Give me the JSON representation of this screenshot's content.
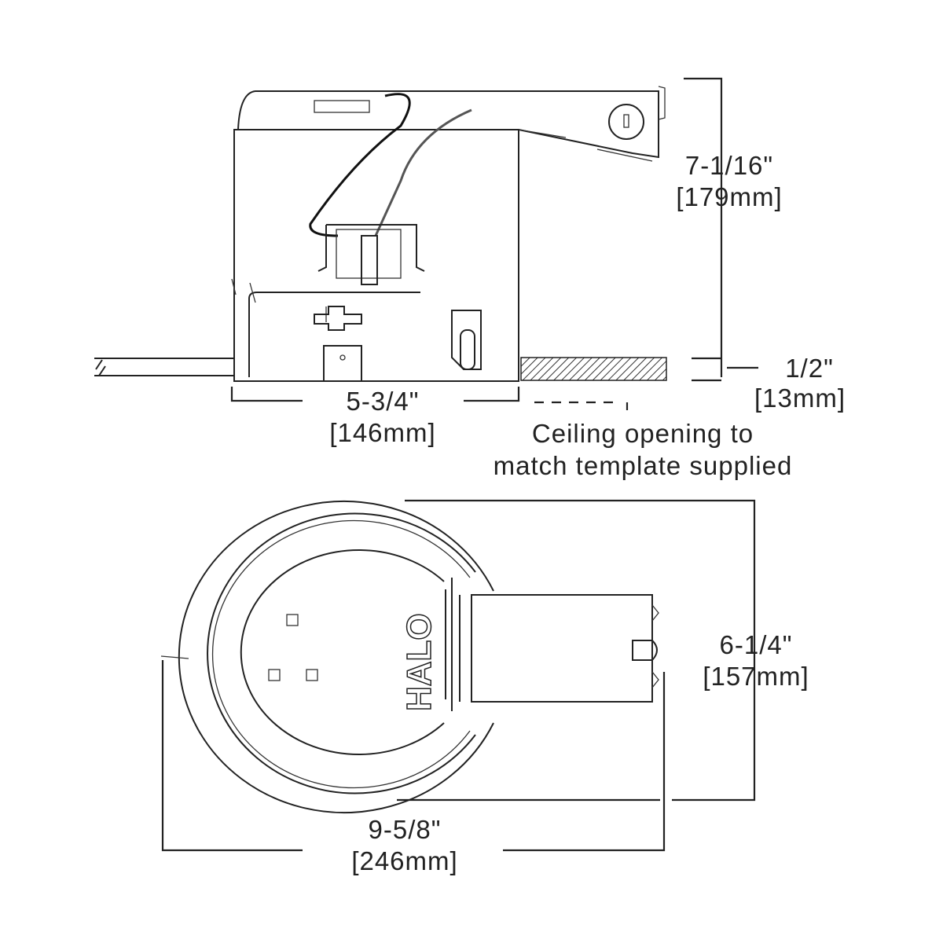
{
  "side_view": {
    "height_dim": {
      "imperial": "7-1/16\"",
      "metric": "[179mm]"
    },
    "ceiling_dim": {
      "imperial": "1/2\"",
      "metric": "[13mm]"
    },
    "width_dim": {
      "imperial": "5-3/4\"",
      "metric": "[146mm]"
    },
    "note": {
      "line1": "Ceiling opening to",
      "line2": "match template supplied"
    }
  },
  "top_view": {
    "logo": "HALO",
    "depth_dim": {
      "imperial": "6-1/4\"",
      "metric": "[157mm]"
    },
    "length_dim": {
      "imperial": "9-5/8\"",
      "metric": "[246mm]"
    }
  }
}
